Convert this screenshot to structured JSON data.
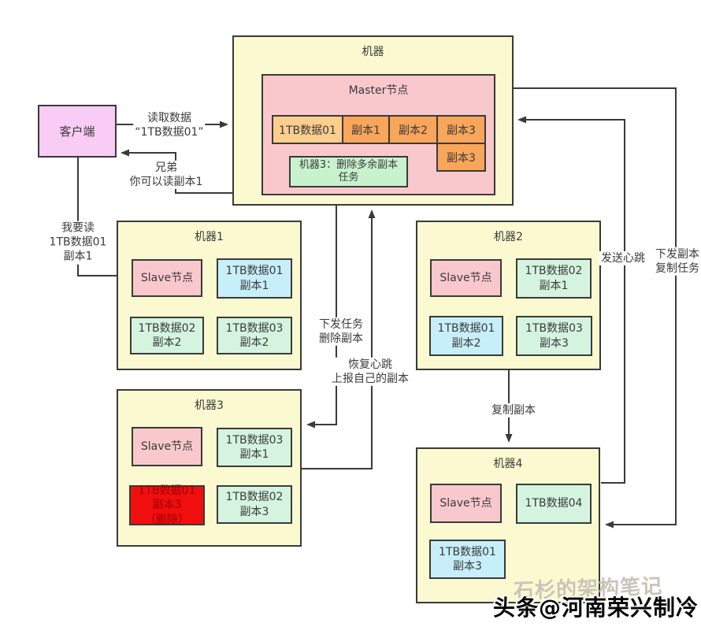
{
  "client": {
    "label": "客户端"
  },
  "master_machine": {
    "title": "机器",
    "master_node": {
      "title": "Master节点",
      "data_cell": "1TB数据01",
      "replica_cells": [
        "副本1",
        "副本2",
        "副本3"
      ],
      "extra_replica_cell": "副本3",
      "task_box": {
        "line1": "机器3：删除多余副本",
        "line2": "任务"
      }
    }
  },
  "machines": [
    {
      "title": "机器1",
      "node_label": "Slave节点",
      "blocks": [
        {
          "line1": "1TB数据01",
          "line2": "副本1"
        },
        {
          "line1": "1TB数据02",
          "line2": "副本2"
        },
        {
          "line1": "1TB数据03",
          "line2": "副本2"
        }
      ]
    },
    {
      "title": "机器2",
      "node_label": "Slave节点",
      "blocks": [
        {
          "line1": "1TB数据02",
          "line2": "副本1"
        },
        {
          "line1": "1TB数据01",
          "line2": "副本2"
        },
        {
          "line1": "1TB数据03",
          "line2": "副本3"
        }
      ]
    },
    {
      "title": "机器3",
      "node_label": "Slave节点",
      "blocks": [
        {
          "line1": "1TB数据03",
          "line2": "副本1"
        },
        {
          "line1": "1TB数据01",
          "line2": "副本3",
          "line3": "（删除）"
        },
        {
          "line1": "1TB数据02",
          "line2": "副本3"
        }
      ]
    },
    {
      "title": "机器4",
      "node_label": "Slave节点",
      "blocks": [
        {
          "line1": "1TB数据04"
        },
        {
          "line1": "1TB数据01",
          "line2": "副本3"
        }
      ]
    }
  ],
  "edge_labels": {
    "read_request": {
      "line1": "读取数据",
      "line2": "“1TB数据01”"
    },
    "read_reply": {
      "line1": "兄弟",
      "line2": "你可以读副本1"
    },
    "client_read": {
      "line1": "我要读",
      "line2": "1TB数据01",
      "line3": "副本1"
    },
    "delete_task": {
      "line1": "下发任务",
      "line2": "删除副本"
    },
    "recover_heartbeat": {
      "line1": "恢复心跳",
      "line2": "上报自己的副本"
    },
    "send_heartbeat": "发送心跳",
    "replicate_task": {
      "line1": "下发副本",
      "line2": "复制任务"
    },
    "copy_replica": "复制副本"
  },
  "watermark": {
    "back": "石杉的架构笔记",
    "front": "头条@河南荣兴制冷"
  },
  "colors": {
    "machine_fill": "#FBF9D0",
    "master_node_fill": "#F9C8CD",
    "slave_node_fill": "#F9C8CD",
    "client_fill": "#F8CCF5",
    "data_cell_fill": "#FBCE8E",
    "replica_cell_fill": "#F9A65A",
    "task_fill": "#C8F2CE",
    "green_block_fill": "#D4F4DF",
    "cyan_block_fill": "#C6EFF9",
    "red_block_fill": "#F10E0E",
    "red_block_text": "#9C0000",
    "line_color": "#3A3A3A"
  }
}
